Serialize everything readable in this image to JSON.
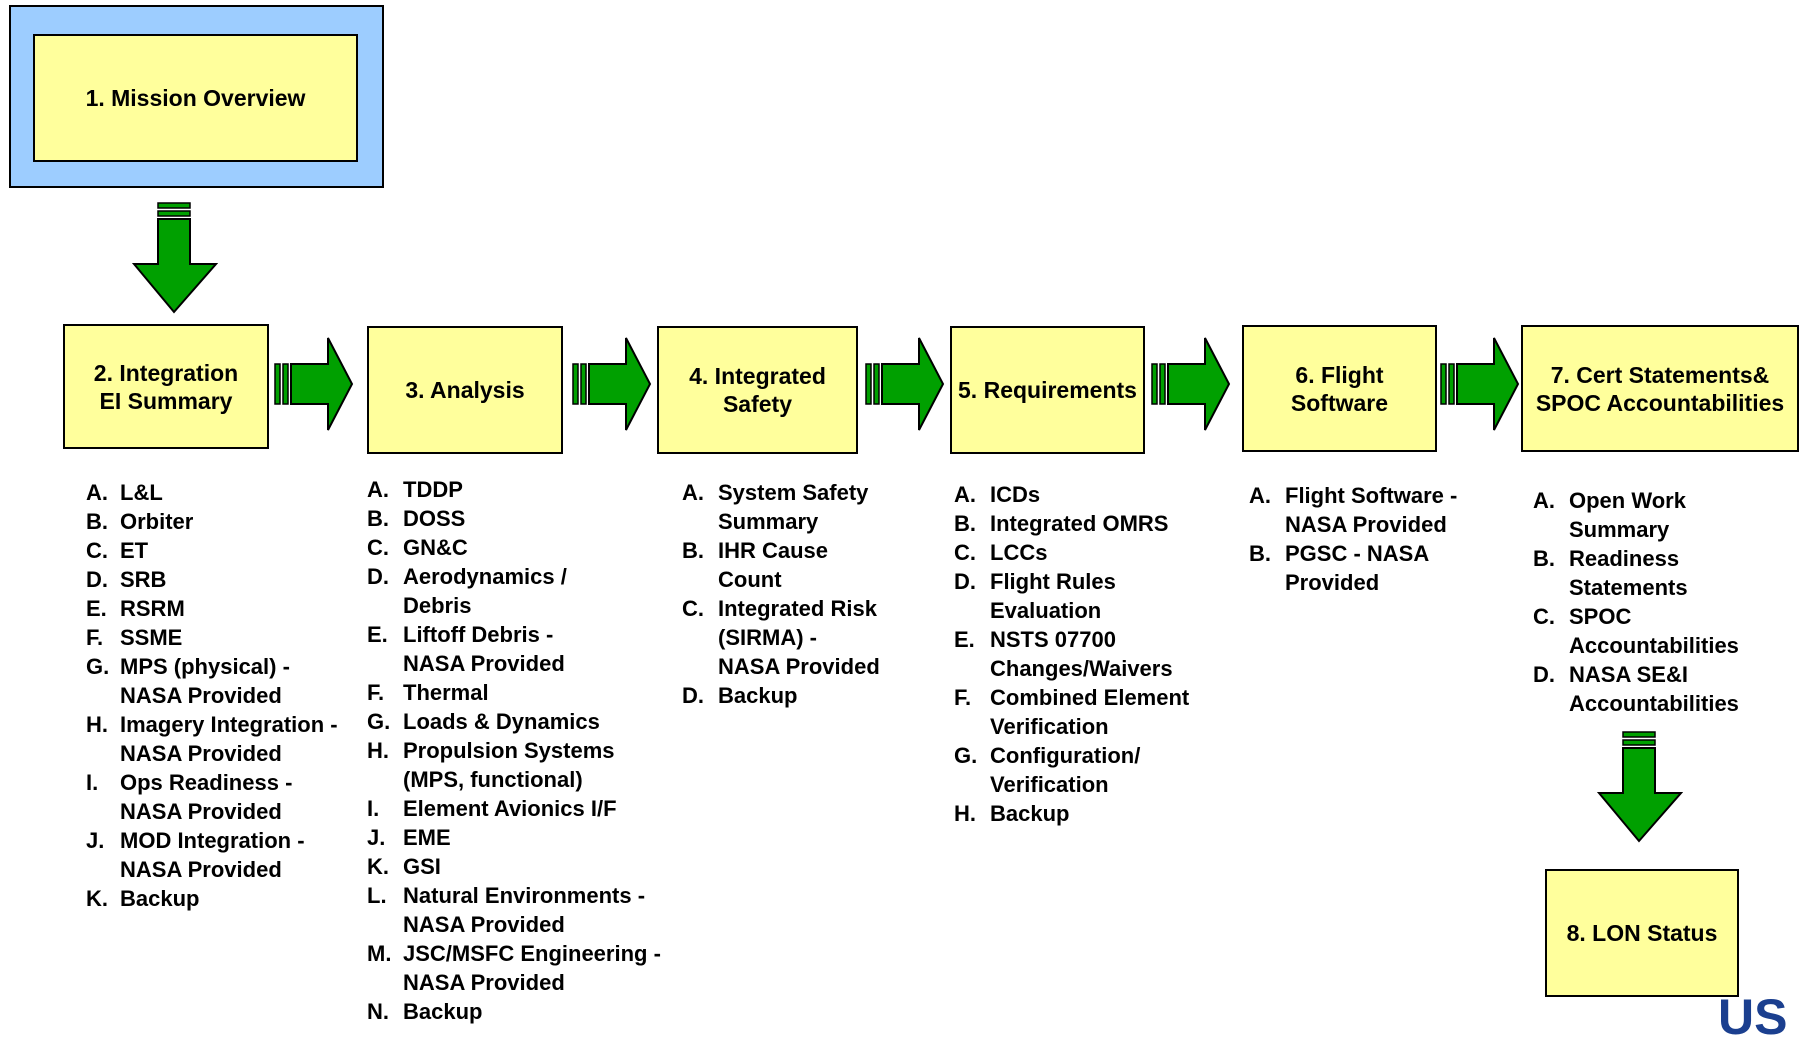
{
  "colors": {
    "box_fill": "#ffff9c",
    "highlight_fill": "#9dcdff",
    "arrow_fill": "#00a000"
  },
  "mission": {
    "label": "1.  Mission Overview"
  },
  "stages": [
    {
      "label": "2. Integration\nEI Summary"
    },
    {
      "label": "3. Analysis"
    },
    {
      "label": "4. Integrated\nSafety"
    },
    {
      "label": "5. Requirements"
    },
    {
      "label": "6. Flight\nSoftware"
    },
    {
      "label": "7. Cert Statements&\nSPOC Accountabilities"
    }
  ],
  "lon": {
    "label": "8.  LON Status"
  },
  "lists": [
    {
      "items": [
        {
          "m": "A.",
          "t": "L&L"
        },
        {
          "m": "B.",
          "t": "Orbiter"
        },
        {
          "m": "C.",
          "t": "ET"
        },
        {
          "m": "D.",
          "t": "SRB"
        },
        {
          "m": "E.",
          "t": "RSRM"
        },
        {
          "m": "F.",
          "t": "SSME"
        },
        {
          "m": "G.",
          "t": "MPS (physical) -\nNASA Provided"
        },
        {
          "m": "H.",
          "t": "Imagery Integration -\nNASA Provided"
        },
        {
          "m": "I.",
          "t": "Ops Readiness -\nNASA Provided"
        },
        {
          "m": "J.",
          "t": "MOD Integration -\nNASA Provided"
        },
        {
          "m": "K.",
          "t": "Backup"
        }
      ]
    },
    {
      "items": [
        {
          "m": "A.",
          "t": "TDDP"
        },
        {
          "m": "B.",
          "t": "DOSS"
        },
        {
          "m": "C.",
          "t": "GN&C"
        },
        {
          "m": "D.",
          "t": "Aerodynamics /\nDebris"
        },
        {
          "m": "E.",
          "t": "Liftoff Debris -\nNASA Provided"
        },
        {
          "m": "F.",
          "t": "Thermal"
        },
        {
          "m": "G.",
          "t": "Loads & Dynamics"
        },
        {
          "m": "H.",
          "t": "Propulsion Systems\n(MPS, functional)"
        },
        {
          "m": "I.",
          "t": "Element Avionics I/F"
        },
        {
          "m": "J.",
          "t": "EME"
        },
        {
          "m": "K.",
          "t": "GSI"
        },
        {
          "m": "L.",
          "t": "Natural Environments -\nNASA Provided"
        },
        {
          "m": "M.",
          "t": "JSC/MSFC Engineering -\nNASA Provided"
        },
        {
          "m": "N.",
          "t": "Backup"
        }
      ]
    },
    {
      "items": [
        {
          "m": "A.",
          "t": "System Safety\nSummary"
        },
        {
          "m": "B.",
          "t": "IHR Cause\nCount"
        },
        {
          "m": "C.",
          "t": "Integrated Risk\n(SIRMA) -\nNASA Provided"
        },
        {
          "m": "D.",
          "t": "Backup"
        }
      ]
    },
    {
      "items": [
        {
          "m": "A.",
          "t": "ICDs"
        },
        {
          "m": "B.",
          "t": "Integrated OMRS"
        },
        {
          "m": "C.",
          "t": "LCCs"
        },
        {
          "m": "D.",
          "t": "Flight Rules\nEvaluation"
        },
        {
          "m": "E.",
          "t": "NSTS 07700\nChanges/Waivers"
        },
        {
          "m": "F.",
          "t": "Combined Element\nVerification"
        },
        {
          "m": "G.",
          "t": "Configuration/\nVerification"
        },
        {
          "m": "H.",
          "t": "Backup"
        }
      ]
    },
    {
      "items": [
        {
          "m": "A.",
          "t": "Flight Software -\nNASA Provided"
        },
        {
          "m": "B.",
          "t": "PGSC - NASA\nProvided"
        }
      ]
    },
    {
      "items": [
        {
          "m": "A.",
          "t": "Open Work\nSummary"
        },
        {
          "m": "B.",
          "t": "Readiness\nStatements"
        },
        {
          "m": "C.",
          "t": "SPOC\nAccountabilities"
        },
        {
          "m": "D.",
          "t": "NASA SE&I\nAccountabilities"
        }
      ]
    }
  ],
  "logo": {
    "text": "US"
  }
}
